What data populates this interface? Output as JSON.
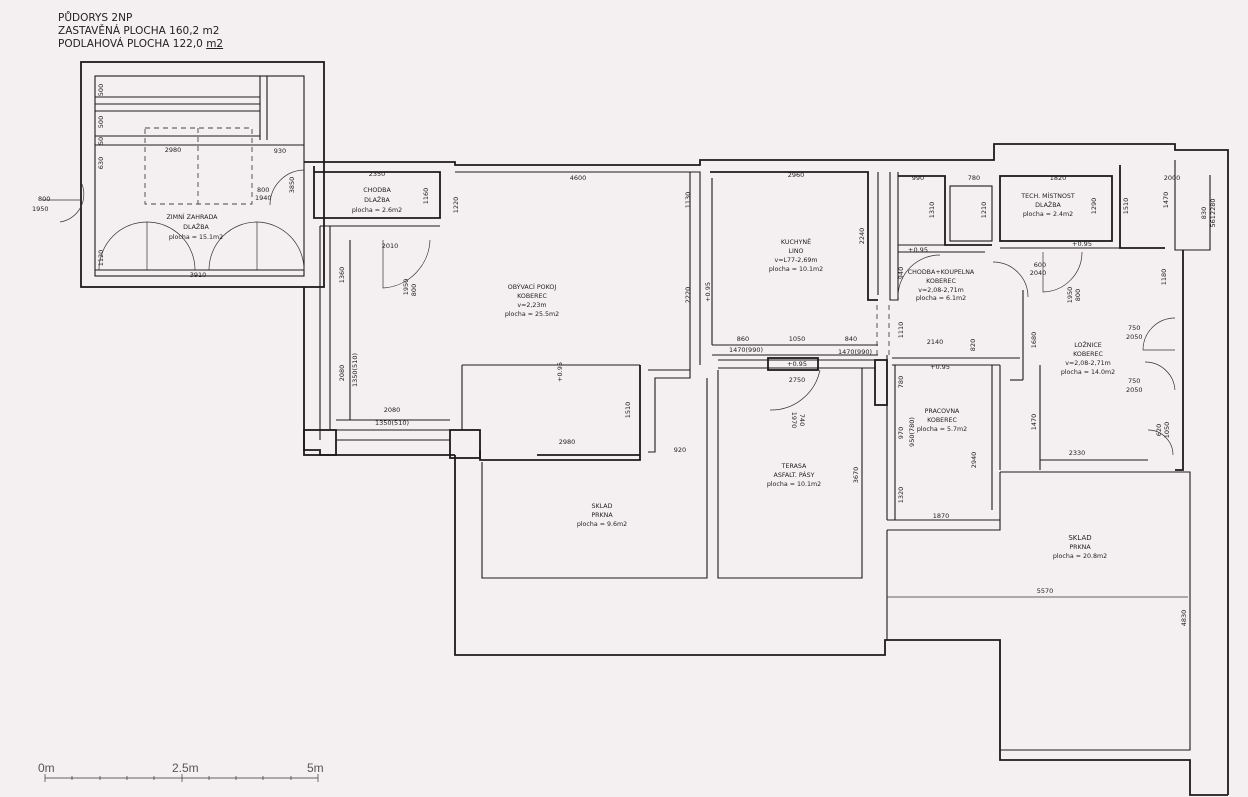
{
  "header": {
    "line1": "PŮDORYS 2NP",
    "line2": "ZASTAVĚNÁ PLOCHA 160,2 m2",
    "line3_prefix": "PODLAHOVÁ PLOCHA 122,0 ",
    "line3_unit": "m2"
  },
  "rooms": {
    "zimni": {
      "name": "ZIMNÍ ZAHRADA",
      "floor": "DLAŽBA",
      "area": "plocha = 15.1m2"
    },
    "chodba": {
      "name": "CHODBA",
      "floor": "DLAŽBA",
      "area": "plocha = 2.6m2"
    },
    "obyvaci": {
      "name": "OBÝVACÍ POKOJ",
      "floor": "KOBEREC",
      "height": "v=2,23m",
      "area": "plocha = 25.5m2"
    },
    "kuchyne": {
      "name": "KUCHYNĚ",
      "floor": "LINO",
      "height": "v=L77-2,69m",
      "area": "plocha = 10.1m2"
    },
    "chodba_koupelna": {
      "name": "CHODBA+KOUPELNA",
      "floor": "KOBEREC",
      "height": "v=2,08-2,71m",
      "area": "plocha = 6.1m2"
    },
    "tech": {
      "name": "TECH. MÍSTNOST",
      "floor": "DLAŽBA",
      "area": "plocha = 2.4m2"
    },
    "loznice": {
      "name": "LOŽNICE",
      "floor": "KOBEREC",
      "height": "v=2,08-2,71m",
      "area": "plocha = 14.0m2"
    },
    "pracovna": {
      "name": "PRACOVNA",
      "floor": "KOBEREC",
      "area": "plocha = 5.7m2"
    },
    "terasa": {
      "name": "TERASA",
      "floor": "ASFALT. PÁSY",
      "area": "plocha = 10.1m2"
    },
    "sklad1": {
      "name": "SKLAD",
      "floor": "PRKNA",
      "area": "plocha = 9.6m2"
    },
    "sklad2": {
      "name": "SKLAD",
      "floor": "PRKNA",
      "area": "plocha = 20.8m2"
    }
  },
  "dims": {
    "d500a": "500",
    "d500b": "500",
    "d50": "50",
    "d630": "630",
    "d2980a": "2980",
    "d930": "930",
    "d3850": "3850",
    "d1120": "1120",
    "d3910": "3910",
    "d800_1950": "800",
    "d1950": "1950",
    "d800_1940": "800",
    "d1940": "1940",
    "d2350": "2350",
    "d1160": "1160",
    "d4600": "4600",
    "d1220": "1220",
    "d2010": "2010",
    "d1360": "1360",
    "d800r": "800",
    "d1950r": "1950",
    "d2960": "2960",
    "d1130": "1130",
    "d2240": "2240",
    "d2220": "2220",
    "d990": "990",
    "d780a": "780",
    "d1820": "1820",
    "d2000": "2000",
    "d1310": "1310",
    "d1210": "1210",
    "d1290": "1290",
    "d1510": "1510",
    "d1470a": "1470",
    "d830": "830",
    "d5612280": "5612280",
    "d600": "600",
    "d2040": "2040",
    "d800c": "800",
    "d1950c": "1950",
    "d1180": "1180",
    "d940": "940",
    "d1680": "1680",
    "d750a": "750",
    "d2050a": "2050",
    "d750b": "750",
    "d2050b": "2050",
    "d860": "860",
    "d1050": "1050",
    "d840": "840",
    "d1470_990a": "1470(990)",
    "d1470_990b": "1470(990)",
    "d2140": "2140",
    "d1110": "1110",
    "d820": "820",
    "d780b": "780",
    "d2750": "2750",
    "d740": "740",
    "d1970": "1970",
    "d2080a": "2080",
    "d1350_510a": "1350(510)",
    "d2080b": "2080",
    "d1350_510b": "1350(510)",
    "d2980b": "2980",
    "d1510b": "1510",
    "d920": "920",
    "d3670": "3670",
    "d970": "970",
    "d9507780": "950(780)",
    "d1320": "1320",
    "d2940": "2940",
    "d1870": "1870",
    "d1470b": "1470",
    "d2330": "2330",
    "d620": "620",
    "d1050b": "1050",
    "d5570": "5570",
    "d4830": "4830",
    "m241a": "+0.95",
    "m241b": "+0.95",
    "m241c": "+0.95",
    "m241d": "+0.95",
    "m241e": "+0.95",
    "m241f": "+0.95"
  },
  "scale": {
    "s0": "0m",
    "s1": "2.5m",
    "s2": "5m"
  }
}
